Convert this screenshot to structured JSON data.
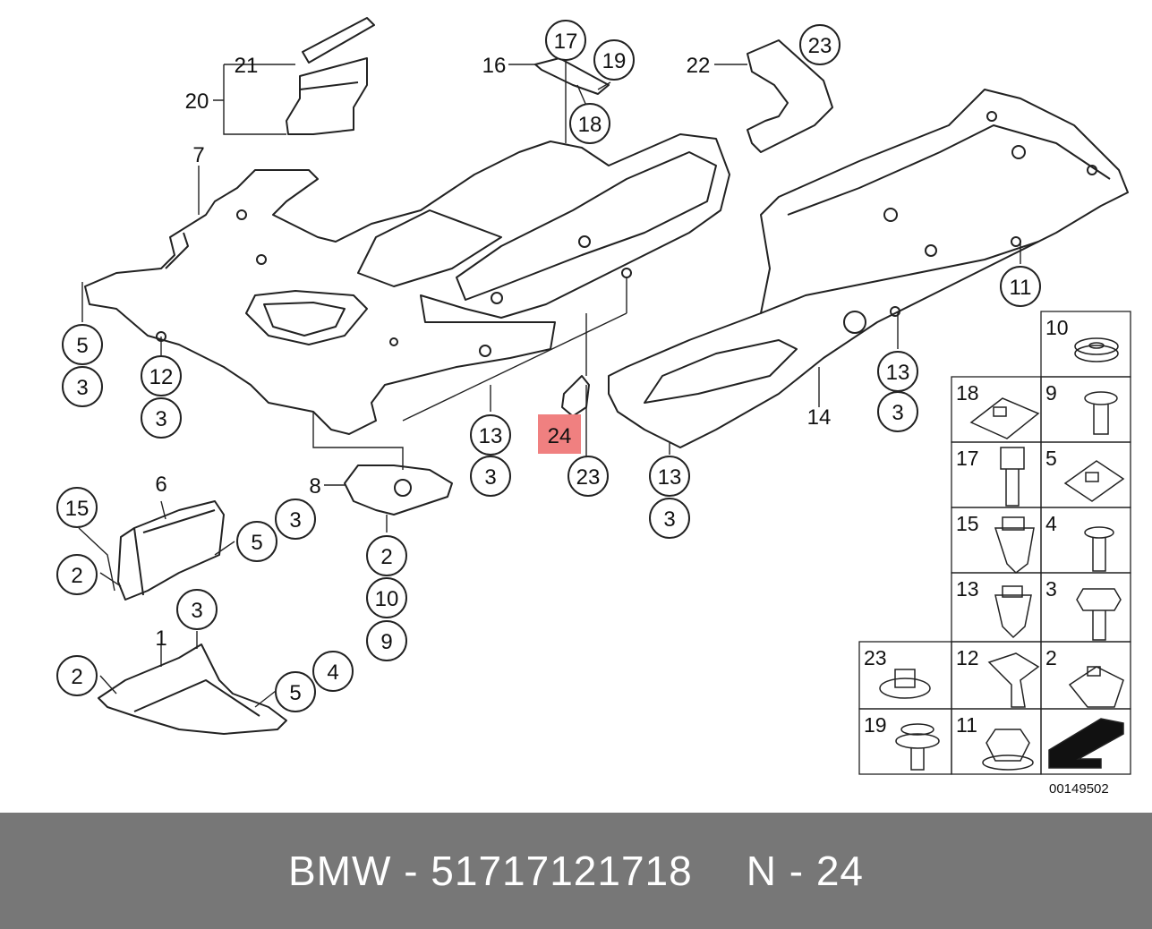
{
  "diagram": {
    "reference_number": "00149502",
    "highlighted_label": "24",
    "accent_color": "#f08080",
    "callouts": [
      "21",
      "20",
      "7",
      "5",
      "3",
      "12",
      "3",
      "16",
      "17",
      "19",
      "18",
      "13",
      "3",
      "24",
      "23",
      "22",
      "23",
      "11",
      "13",
      "3",
      "14",
      "13",
      "3",
      "8",
      "2",
      "10",
      "9",
      "6",
      "15",
      "3",
      "5",
      "2",
      "3",
      "1",
      "2",
      "4",
      "5"
    ],
    "grid_labels": [
      "10",
      "18",
      "9",
      "17",
      "5",
      "15",
      "4",
      "13",
      "3",
      "23",
      "12",
      "2",
      "19",
      "11"
    ]
  },
  "footer": {
    "brand_part": "BMW - 51717121718",
    "item": "N - 24"
  }
}
